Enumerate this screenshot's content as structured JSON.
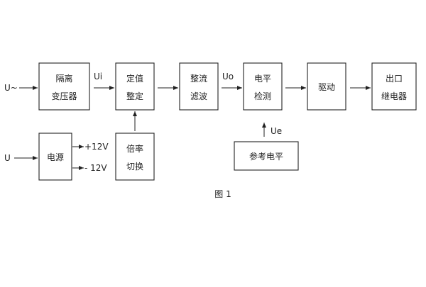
{
  "diagram": {
    "caption": "图 1",
    "blocks": {
      "isolation_transformer": {
        "line1": "隔离",
        "line2": "变压器"
      },
      "setpoint_tuning": {
        "line1": "定值",
        "line2": "整定"
      },
      "rectify_filter": {
        "line1": "整流",
        "line2": "滤波"
      },
      "level_detect": {
        "line1": "电平",
        "line2": "检测"
      },
      "drive": {
        "line1": "驱动"
      },
      "output_relay": {
        "line1": "出口",
        "line2": "继电器"
      },
      "power_supply": {
        "line1": "电源"
      },
      "ratio_switch": {
        "line1": "倍率",
        "line2": "切换"
      },
      "reference_level": {
        "line1": "参考电平"
      }
    },
    "signals": {
      "ac_input": "U~",
      "dc_input": "U",
      "ui": "Ui",
      "uo": "Uo",
      "ue": "Ue",
      "plus12": "+12V",
      "minus12": "- 12V"
    }
  }
}
